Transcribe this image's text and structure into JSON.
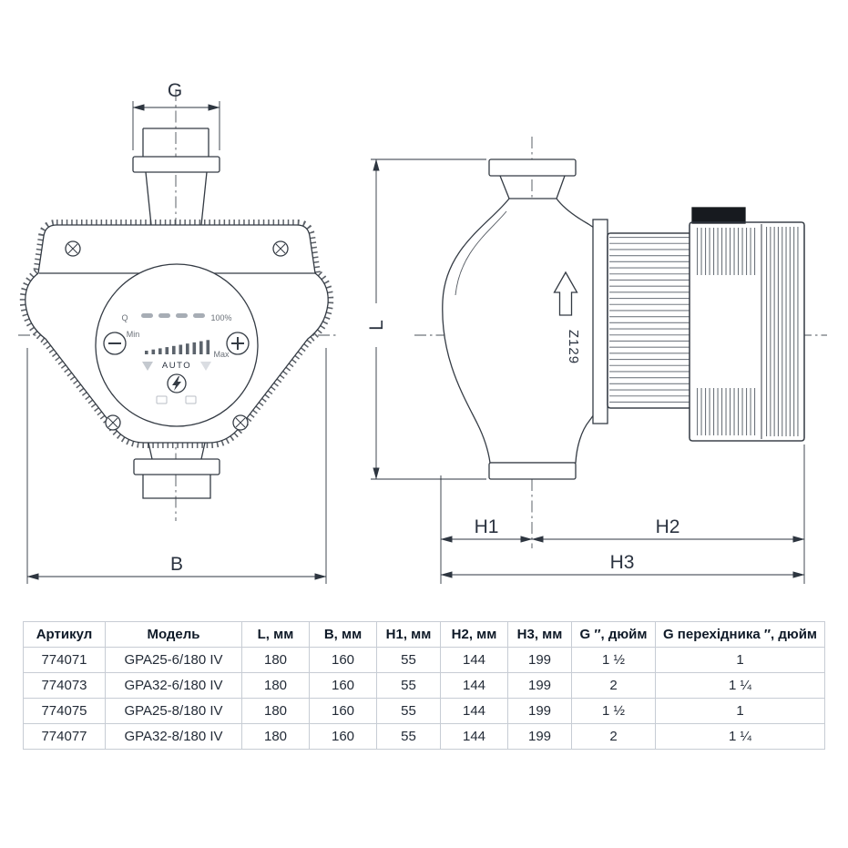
{
  "drawing": {
    "dims": {
      "g": "G",
      "b": "B",
      "l": "L",
      "h1": "H1",
      "h2": "H2",
      "h3": "H3"
    },
    "panel": {
      "q": "Q",
      "percent": "100%",
      "min": "Min",
      "max": "Max",
      "auto": "AUTO"
    },
    "motor_mark": "Z129"
  },
  "table": {
    "headers": [
      "Артикул",
      "Модель",
      "L, мм",
      "B, мм",
      "H1, мм",
      "H2, мм",
      "H3, мм",
      "G ″, дюйм",
      "G перехідника ″, дюйм"
    ],
    "rows": [
      [
        "774071",
        "GPA25-6/180 IV",
        "180",
        "160",
        "55",
        "144",
        "199",
        "1 ½",
        "1"
      ],
      [
        "774073",
        "GPA32-6/180 IV",
        "180",
        "160",
        "55",
        "144",
        "199",
        "2",
        "1 ¼"
      ],
      [
        "774075",
        "GPA25-8/180 IV",
        "180",
        "160",
        "55",
        "144",
        "199",
        "1 ½",
        "1"
      ],
      [
        "774077",
        "GPA32-8/180 IV",
        "180",
        "160",
        "55",
        "144",
        "199",
        "2",
        "1 ¼"
      ]
    ]
  }
}
